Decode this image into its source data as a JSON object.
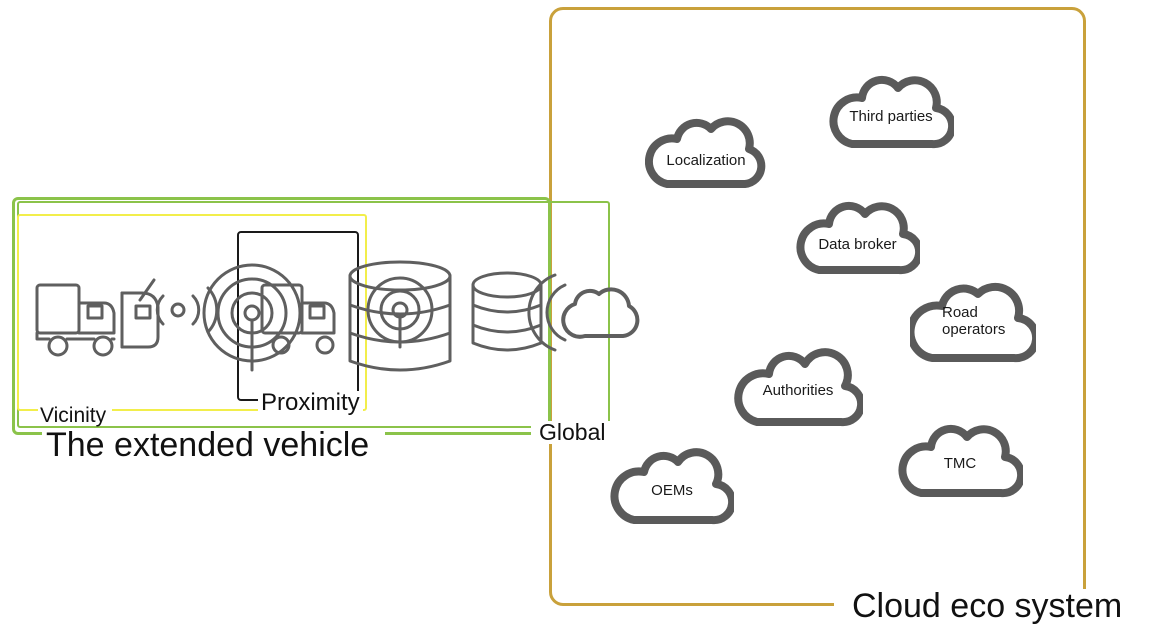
{
  "frames": {
    "vicinity": "Vicinity",
    "proximity": "Proximity",
    "global": "Global",
    "extended_vehicle": "The extended vehicle",
    "cloud_eco_system": "Cloud eco system"
  },
  "clouds": {
    "localization": "Localization",
    "third_parties": "Third  parties",
    "data_broker": "Data  broker",
    "road_operators_line1": "Road",
    "road_operators_line2": "operators",
    "authorities": "Authorities",
    "tmc": "TMC",
    "oems": "OEMs"
  },
  "icons": [
    "truck-icon",
    "truck-front-icon",
    "wireless-signal-icon",
    "radio-tower-icon",
    "truck-icon",
    "database-signal-icon",
    "database-icon",
    "cloud-icon"
  ],
  "colors": {
    "cloud_frame": "#C9A13B",
    "extended_frame": "#8BC34A",
    "vicinity_frame": "#F2EE4B",
    "proximity_frame": "#1a1a1a",
    "icon_stroke": "#5f5f5f",
    "cloud_stroke": "#5a5a5a"
  }
}
